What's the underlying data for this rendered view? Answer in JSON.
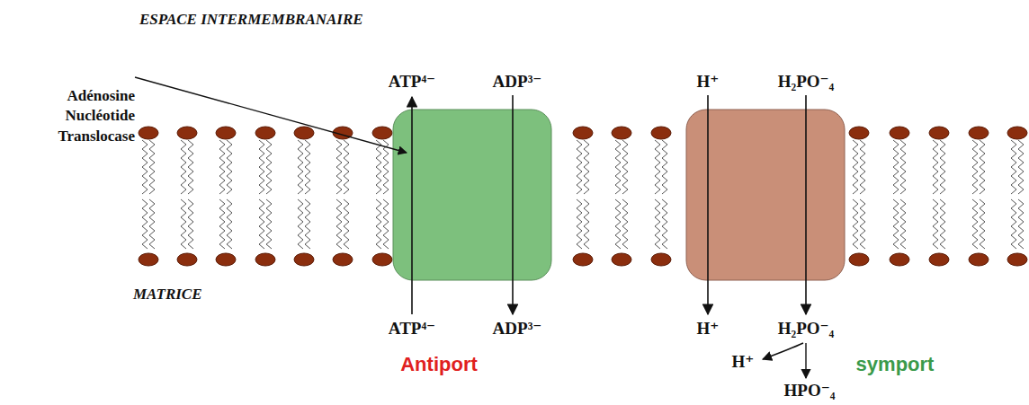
{
  "diagram": {
    "labels": [
      "ESPACE INTERMEMBRANAIRE",
      "Adénosine Nucléotide Translocase",
      "ATP⁴⁻",
      "ADP³⁻",
      "H⁺",
      "H₂PO⁻₄",
      "MATRICE",
      "ATP⁴⁻",
      "ADP³⁻",
      "H⁺",
      "H₂PO⁻₄",
      "Antiport",
      "H⁺",
      "HPO⁻₄",
      "symport"
    ]
  }
}
